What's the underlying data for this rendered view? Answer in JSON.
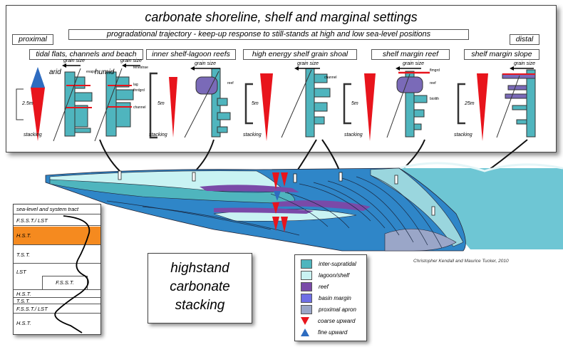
{
  "title": "carbonate shoreline, shelf and marginal settings",
  "subtitle": "progradational trajectory - keep-up response to still-stands at high and low sea-level positions",
  "proximal": "proximal",
  "distal": "distal",
  "settings": [
    {
      "label": "tidal flats, channels and beach"
    },
    {
      "label": "inner shelf-lagoon reefs"
    },
    {
      "label": "high energy shelf grain shoal"
    },
    {
      "label": "shelf margin reef"
    },
    {
      "label": "shelf margin slope"
    }
  ],
  "grain_size": "grain size",
  "stacking": "stacking",
  "arid": "arid",
  "humid": "humid",
  "scales": [
    "2.5m",
    "5m",
    "5m",
    "5m",
    "25m"
  ],
  "log_labels": {
    "evaps": "evaps",
    "fenestrae": "fenestrae",
    "lag": "lag",
    "thrdgrd": "thrdgrd",
    "channel": "channel",
    "reef": "reef",
    "biolith": "biolith",
    "flmgrd": "flmgrd"
  },
  "sea_level_box": {
    "header": "sea-level and system tract",
    "tracts": [
      "F.S.S.T./ LST",
      "H.S.T.",
      "T.S.T.",
      "LST",
      "F.S.S.T.",
      "H.S.T.",
      "T.S.T.",
      "F.S.S.T./ LST",
      "H.S.T."
    ]
  },
  "highstand_label": [
    "highstand",
    "carbonate",
    "stacking"
  ],
  "legend": [
    {
      "label": "inter-supratidal",
      "color": "#4fb5be"
    },
    {
      "label": "lagoon/shelf",
      "color": "#c9f3f3"
    },
    {
      "label": "reef",
      "color": "#7a4aa8"
    },
    {
      "label": "basin margin",
      "color": "#6f6fe6"
    },
    {
      "label": "proximal apron",
      "color": "#9aa6c8"
    },
    {
      "label": "coarse upward",
      "color": "#e8141c"
    },
    {
      "label": "fine upward",
      "color": "#2e6cc0"
    }
  ],
  "credit": "Christopher Kendall and Maurice Tucker, 2010"
}
